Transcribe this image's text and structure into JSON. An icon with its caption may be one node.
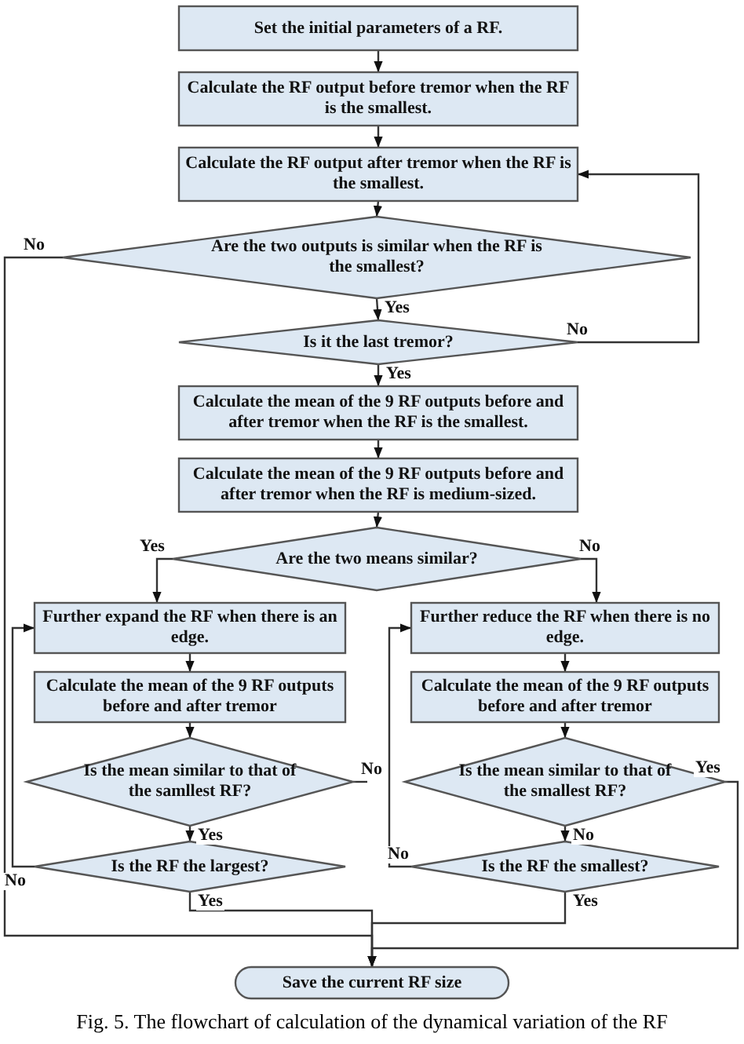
{
  "diagram": {
    "caption": "Fig. 5. The flowchart of calculation of the dynamical variation of the RF",
    "nodes": [
      {
        "text": [
          "Set the initial parameters of a RF."
        ]
      },
      {
        "text": [
          "Calculate the RF output before tremor when the RF is the smallest."
        ]
      },
      {
        "text": [
          "Calculate the RF output after tremor when the RF is the smallest."
        ]
      },
      {
        "text": [
          "Are the two outputs is similar when the RF is the smallest?"
        ]
      },
      {
        "text": [
          "Is it the last tremor?"
        ]
      },
      {
        "text": [
          "Calculate the mean of the 9 RF outputs before and after tremor when the RF is the smallest."
        ]
      },
      {
        "text": [
          "Calculate the mean of the 9 RF outputs before and after tremor when the RF is medium-sized."
        ]
      },
      {
        "text": [
          "Are the two means similar?"
        ]
      },
      {
        "text": [
          "Further expand the RF when there is an edge."
        ]
      },
      {
        "text": [
          "Further reduce the RF when there is no edge."
        ]
      },
      {
        "text": [
          "Calculate the mean of the 9 RF outputs before and after tremor"
        ]
      },
      {
        "text": [
          "Calculate the mean of the 9 RF outputs before and after tremor"
        ]
      },
      {
        "text": [
          "Is the mean similar to that of the samllest RF?"
        ]
      },
      {
        "text": [
          "Is the mean similar to that of the smallest RF?"
        ]
      },
      {
        "text": [
          "Is the RF the largest?"
        ]
      },
      {
        "text": [
          "Is the RF the smallest?"
        ]
      },
      {
        "text": [
          "Save the current RF size"
        ]
      }
    ],
    "edges": [
      {
        "from": 0,
        "to": 1,
        "arrow": "to"
      },
      {
        "from": 1,
        "to": 2,
        "arrow": "to"
      },
      {
        "from": 2,
        "to": 3,
        "arrow": "to"
      },
      {
        "from": 3,
        "to": 4,
        "arrow": "to",
        "label": "Yes"
      },
      {
        "from": 3,
        "to": 16,
        "arrow": "to",
        "label": "No"
      },
      {
        "from": 4,
        "to": 5,
        "arrow": "to",
        "label": "Yes"
      },
      {
        "from": 4,
        "to": 2,
        "arrow": "to",
        "label": "No"
      },
      {
        "from": 5,
        "to": 6,
        "arrow": "to"
      },
      {
        "from": 6,
        "to": 7,
        "arrow": "to"
      },
      {
        "from": 7,
        "to": 8,
        "arrow": "to",
        "label": "Yes"
      },
      {
        "from": 7,
        "to": 9,
        "arrow": "to",
        "label": "No"
      },
      {
        "from": 8,
        "to": 10,
        "arrow": "to"
      },
      {
        "from": 9,
        "to": 11,
        "arrow": "to"
      },
      {
        "from": 10,
        "to": 12,
        "arrow": "to"
      },
      {
        "from": 11,
        "to": 13,
        "arrow": "to"
      },
      {
        "from": 12,
        "to": 14,
        "arrow": "to",
        "label": "Yes"
      },
      {
        "from": 12,
        "to": null,
        "arrow": "none",
        "label": "No"
      },
      {
        "from": 13,
        "to": 16,
        "arrow": "to",
        "label": "Yes"
      },
      {
        "from": 13,
        "to": 15,
        "arrow": "to",
        "label": "No"
      },
      {
        "from": 14,
        "to": 16,
        "arrow": "to",
        "label": "Yes"
      },
      {
        "from": 14,
        "to": 8,
        "arrow": "to",
        "label": "No"
      },
      {
        "from": 15,
        "to": 16,
        "arrow": "to",
        "label": "Yes"
      },
      {
        "from": 15,
        "to": 9,
        "arrow": "to",
        "label": "No"
      }
    ]
  }
}
